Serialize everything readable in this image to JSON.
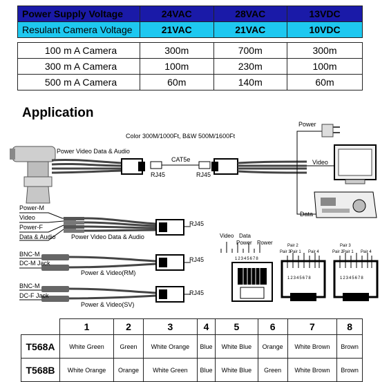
{
  "spec_table": {
    "row1": {
      "label": "Power Supply Voltage",
      "values": [
        "24VAC",
        "28VAC",
        "13VDC"
      ]
    },
    "row2": {
      "label": "Resulant Camera Voltage",
      "values": [
        "21VAC",
        "21VAC",
        "10VDC"
      ]
    },
    "rows": [
      {
        "label": "100 m A Camera",
        "values": [
          "300m",
          "700m",
          "300m"
        ]
      },
      {
        "label": "300 m A Camera",
        "values": [
          "100m",
          "230m",
          "100m"
        ]
      },
      {
        "label": "500 m A Camera",
        "values": [
          "60m",
          "140m",
          "60m"
        ]
      }
    ]
  },
  "application": {
    "title": "Application",
    "top_diagram": {
      "distance_note": "Color 300M/1000Ft, B&W 500M/1600Ft",
      "cable_label": "CAT5e",
      "left_cable": "Power Video Data & Audio",
      "rj45_left": "RJ45",
      "rj45_right": "RJ45",
      "power": "Power",
      "video": "Video",
      "data": "Data"
    },
    "balun1": {
      "wires": [
        "Power-M",
        "Video",
        "Power-F",
        "Data & Audio"
      ],
      "caption": "Power Video Data & Audio",
      "rj45": "RJ45"
    },
    "balun2": {
      "wires": [
        "BNC-M",
        "DC-M Jack"
      ],
      "caption": "Power & Video(RM)",
      "rj45": "RJ45"
    },
    "balun3": {
      "wires": [
        "BNC-M",
        "DC-F Jack"
      ],
      "caption": "Power & Video(SV)",
      "rj45": "RJ45"
    },
    "pinout": {
      "video": "Video",
      "data": "Data",
      "power1": "Power",
      "power2": "Power",
      "pins": "12345678",
      "t568a": "T568A",
      "t568b": "T568B",
      "a_pairs": [
        "Pair 2",
        "Pair 3",
        "Pair 1",
        "Pair 4"
      ],
      "b_pairs": [
        "Pair 3",
        "Pair 2",
        "Pair 1",
        "Pair 4"
      ],
      "pin_digits": "12345678"
    }
  },
  "wiring_table": {
    "headers": [
      "1",
      "2",
      "3",
      "4",
      "5",
      "6",
      "7",
      "8"
    ],
    "rows": [
      {
        "std": "T568A",
        "cells": [
          "White Green",
          "Green",
          "White Orange",
          "Blue",
          "White Blue",
          "Orange",
          "White Brown",
          "Brown"
        ]
      },
      {
        "std": "T568B",
        "cells": [
          "White Orange",
          "Orange",
          "White Green",
          "Blue",
          "White Blue",
          "Green",
          "White Brown",
          "Brown"
        ]
      }
    ]
  },
  "colors": {
    "header_blue": "#1a1aa8",
    "header_cyan": "#1ec8f0"
  }
}
